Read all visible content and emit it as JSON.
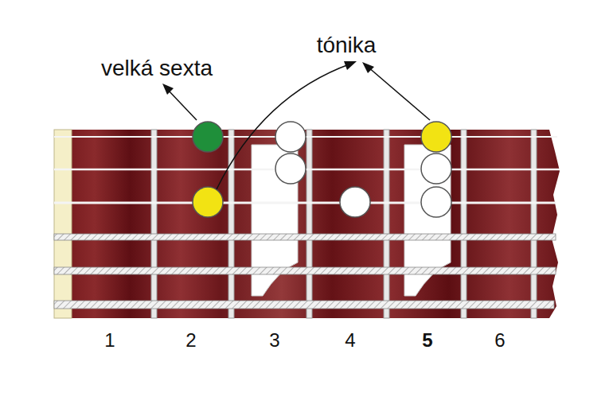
{
  "diagram": {
    "labels": [
      "velká sexta",
      "tónika",
      "1",
      "2",
      "3",
      "4",
      "5",
      "6"
    ]
  }
}
